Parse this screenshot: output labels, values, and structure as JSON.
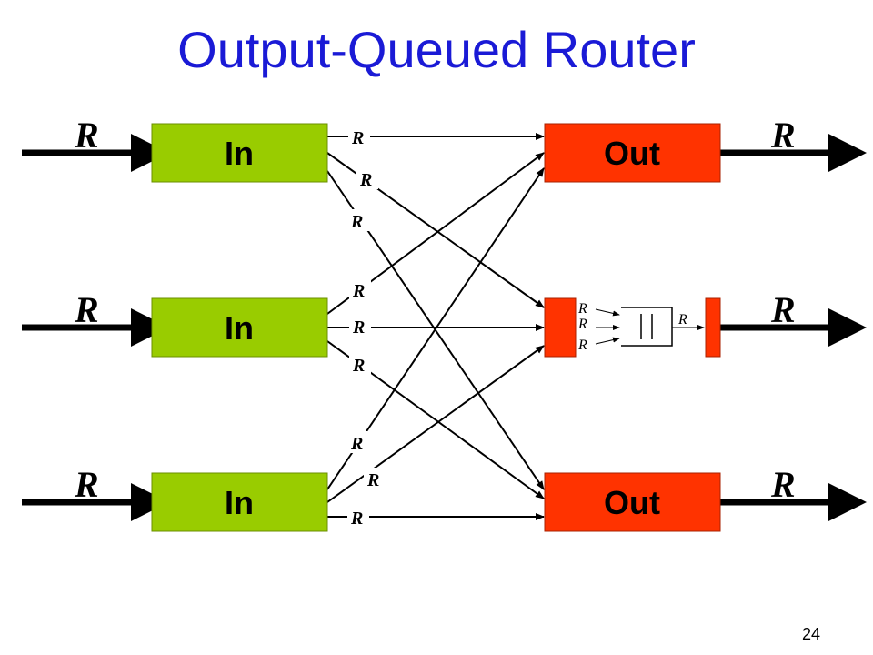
{
  "title": "Output-Queued Router",
  "slide_number": "24",
  "colors": {
    "title": "#1a1ad6",
    "input_port": "#99cc00",
    "output_port": "#ff3300",
    "line": "#000000"
  },
  "input_ports": [
    {
      "label": "In",
      "rate": "R"
    },
    {
      "label": "In",
      "rate": "R"
    },
    {
      "label": "In",
      "rate": "R"
    }
  ],
  "output_ports": [
    {
      "label": "Out",
      "rate": "R"
    },
    {
      "label": "",
      "rate": "R"
    },
    {
      "label": "Out",
      "rate": "R"
    }
  ],
  "fabric_links": {
    "in1": [
      "R",
      "R",
      "R"
    ],
    "in2": [
      "R",
      "R",
      "R"
    ],
    "in3": [
      "R",
      "R",
      "R"
    ]
  },
  "queue_detail": {
    "input_rates": [
      "R",
      "R",
      "R"
    ],
    "output_rate": "R"
  }
}
